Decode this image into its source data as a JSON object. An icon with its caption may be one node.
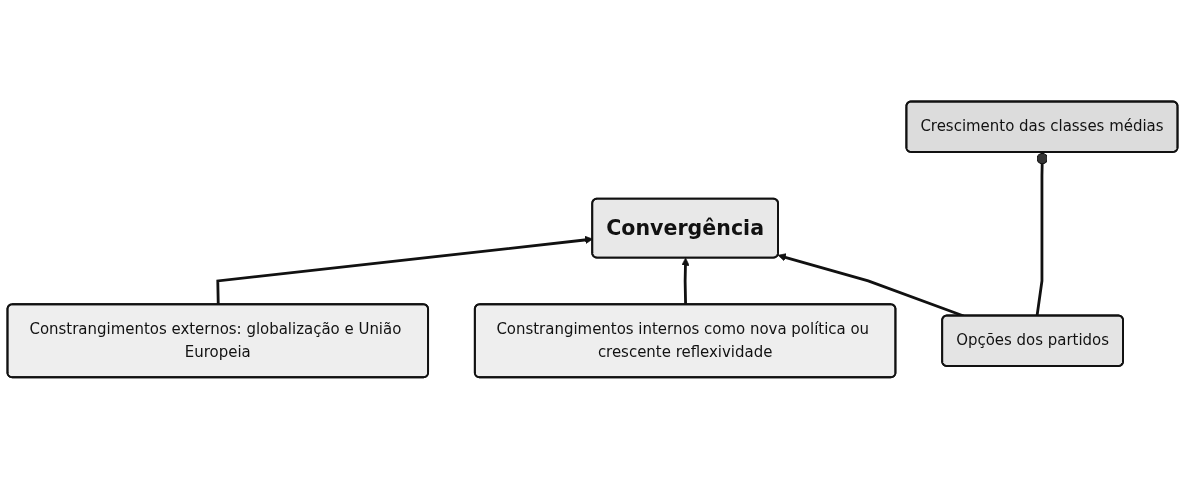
{
  "diagram": {
    "nodes": [
      {
        "text": [
          "Convergência"
        ]
      },
      {
        "text": [
          "Constrangimentos externos: globalização e União Europeia"
        ]
      },
      {
        "text": [
          "Constrangimentos internos como nova política ou crescente reflexividade"
        ]
      },
      {
        "text": [
          "Opções dos partidos"
        ]
      },
      {
        "text": [
          "Crescimento das classes médias"
        ]
      }
    ],
    "edges": [
      {
        "from": 1,
        "to": 0,
        "arrow": "to"
      },
      {
        "from": 2,
        "to": 0,
        "arrow": "to"
      },
      {
        "from": 3,
        "to": 0,
        "arrow": "to"
      },
      {
        "from": 4,
        "to": 3,
        "arrow": "other"
      }
    ]
  }
}
